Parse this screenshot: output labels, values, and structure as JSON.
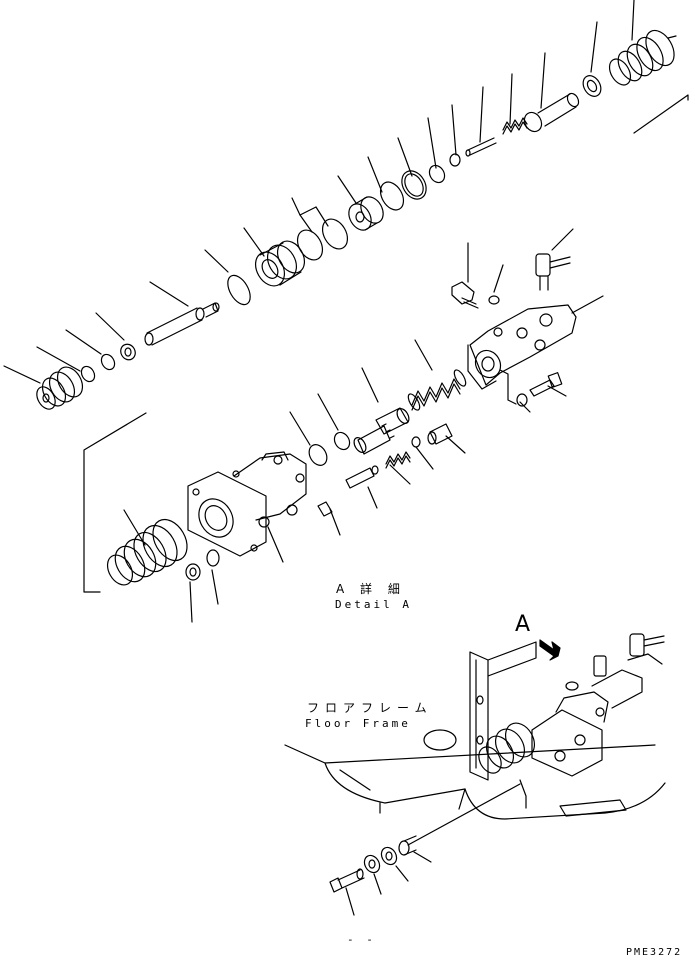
{
  "labels": {
    "detail_jp": "A 詳 細",
    "detail_en": "Detail A",
    "floor_frame_jp": "フロアフレーム",
    "floor_frame_en": "Floor Frame",
    "view_letter": "A",
    "blank_mark": "- -",
    "figure_code": "PME3272"
  },
  "style": {
    "line_color": "#000000",
    "background": "#ffffff"
  }
}
